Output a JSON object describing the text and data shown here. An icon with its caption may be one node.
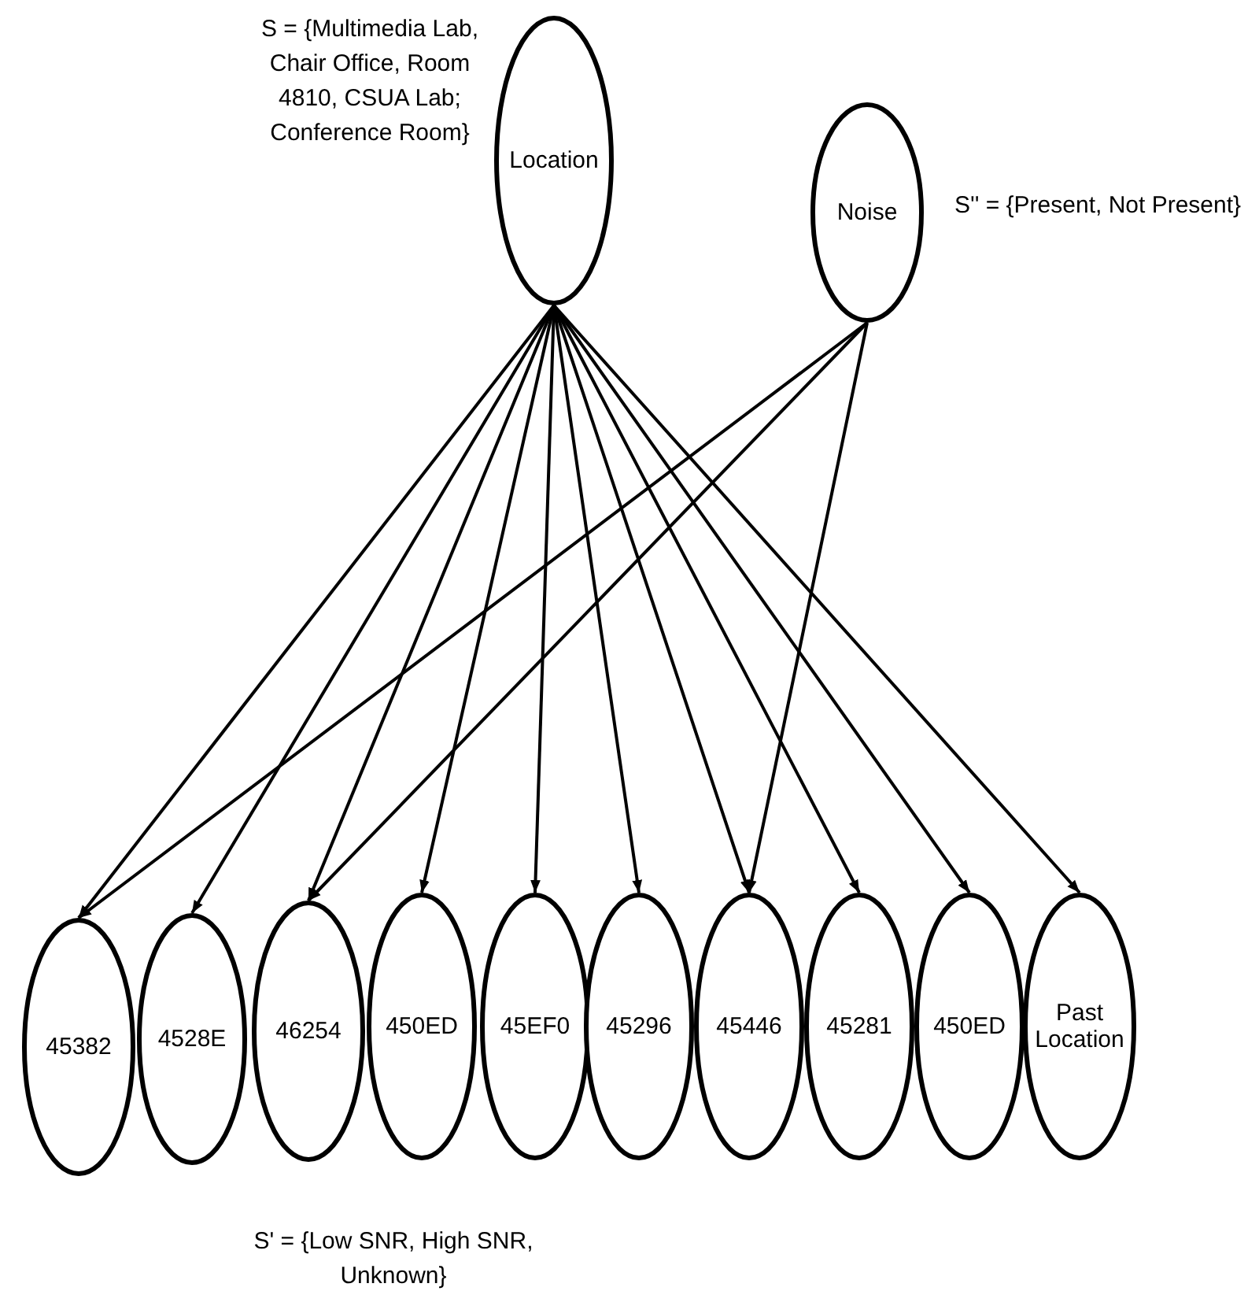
{
  "diagram": {
    "nodes": [
      {
        "text": [
          "Location"
        ],
        "beside": [
          "S = {Multimedia Lab, Chair Office, Room 4810, CSUA Lab; Conference Room}"
        ]
      },
      {
        "text": [
          "Noise"
        ],
        "beside": [
          "S'' = {Present, Not Present}"
        ]
      },
      {
        "text": [
          "45382"
        ]
      },
      {
        "text": [
          "4528E"
        ]
      },
      {
        "text": [
          "46254"
        ]
      },
      {
        "text": [
          "450ED"
        ]
      },
      {
        "text": [
          "45EF0"
        ]
      },
      {
        "text": [
          "45296"
        ]
      },
      {
        "text": [
          "45446"
        ]
      },
      {
        "text": [
          "45281"
        ]
      },
      {
        "text": [
          "450ED"
        ]
      },
      {
        "text": [
          "Past Location"
        ]
      }
    ],
    "edges": [
      {
        "from": 0,
        "to": 2,
        "arrow": "to"
      },
      {
        "from": 0,
        "to": 3,
        "arrow": "to"
      },
      {
        "from": 0,
        "to": 4,
        "arrow": "to"
      },
      {
        "from": 0,
        "to": 5,
        "arrow": "to"
      },
      {
        "from": 0,
        "to": 6,
        "arrow": "to"
      },
      {
        "from": 0,
        "to": 7,
        "arrow": "to"
      },
      {
        "from": 0,
        "to": 8,
        "arrow": "to"
      },
      {
        "from": 0,
        "to": 9,
        "arrow": "to"
      },
      {
        "from": 0,
        "to": 10,
        "arrow": "to"
      },
      {
        "from": 0,
        "to": 11,
        "arrow": "to"
      },
      {
        "from": 1,
        "to": 2,
        "arrow": "to"
      },
      {
        "from": 1,
        "to": 4,
        "arrow": "to"
      },
      {
        "from": 1,
        "to": 8,
        "arrow": "to"
      }
    ],
    "labels": [
      "S' = {Low SNR, High SNR, Unknown}"
    ]
  }
}
